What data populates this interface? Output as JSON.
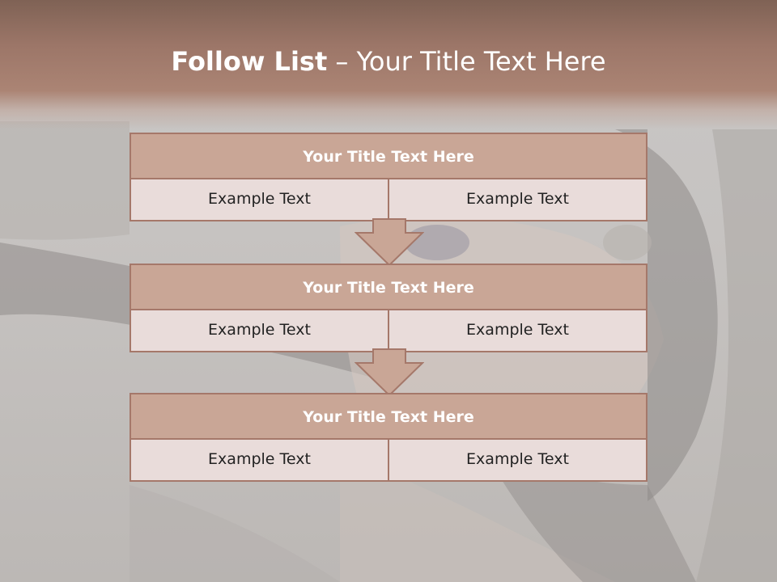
{
  "slide": {
    "title_bold": "Follow List",
    "title_dash": " – ",
    "title_rest": "Your Title Text Here",
    "blocks": [
      {
        "title": "Your Title Text Here",
        "left": "Example Text",
        "right": "Example Text"
      },
      {
        "title": "Your Title Text Here",
        "left": "Example Text",
        "right": "Example Text"
      },
      {
        "title": "Your Title Text Here",
        "left": "Example Text",
        "right": "Example Text"
      }
    ]
  },
  "colors": {
    "header": "#9c7668",
    "block_title": "#c9a696",
    "cell": "#e9dcda",
    "border": "#a5786a",
    "arrow": "#c9a696"
  },
  "icons": [
    "down-arrow-icon",
    "down-arrow-icon"
  ]
}
